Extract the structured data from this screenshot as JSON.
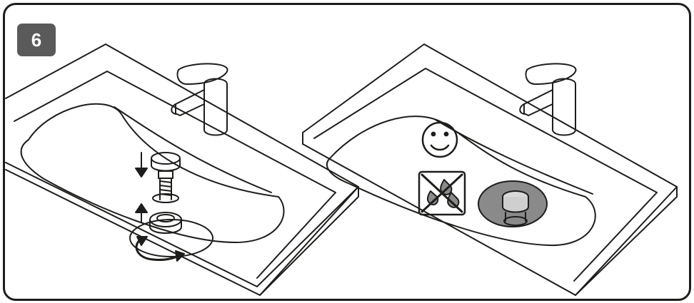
{
  "step": {
    "number": "6",
    "badge_color": "#5a5a5a"
  },
  "colors": {
    "line": "#1d1d1b",
    "highlight": "#8a8a8a",
    "background": "#ffffff"
  },
  "panels": [
    {
      "id": "install",
      "items": [
        "sink",
        "faucet",
        "drain-plug",
        "threaded-stem",
        "seal-ring",
        "drain-flange",
        "down-arrow-icon",
        "up-arrow-icon",
        "rotate-arrow-icon"
      ]
    },
    {
      "id": "result",
      "items": [
        "sink",
        "faucet",
        "installed-drain-plug",
        "smiley-icon",
        "no-water-drops-icon"
      ]
    }
  ]
}
